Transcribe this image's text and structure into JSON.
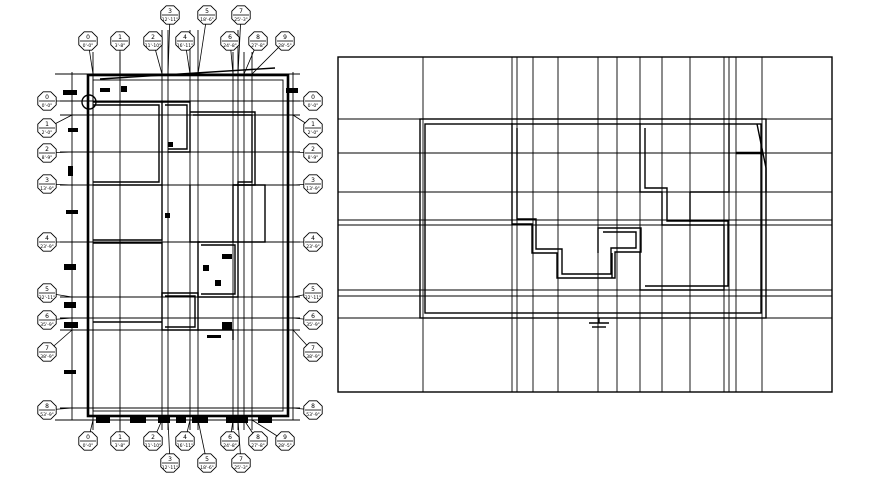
{
  "top_tags": [
    {
      "num": "0",
      "dim": "0'-0\""
    },
    {
      "num": "1",
      "dim": "3'-8\""
    },
    {
      "num": "2",
      "dim": "11'-10\""
    },
    {
      "num": "3",
      "dim": "12'-11\""
    },
    {
      "num": "4",
      "dim": "16'-11\""
    },
    {
      "num": "5",
      "dim": "18'-6\""
    },
    {
      "num": "6",
      "dim": "24'-8\""
    },
    {
      "num": "7",
      "dim": "25'-3\""
    },
    {
      "num": "8",
      "dim": "27'-8\""
    },
    {
      "num": "9",
      "dim": "28'-5\""
    }
  ],
  "bottom_tags": [
    {
      "num": "0",
      "dim": "0'-0\""
    },
    {
      "num": "1",
      "dim": "3'-8\""
    },
    {
      "num": "2",
      "dim": "11'-10\""
    },
    {
      "num": "3",
      "dim": "12'-11\""
    },
    {
      "num": "4",
      "dim": "16'-11\""
    },
    {
      "num": "5",
      "dim": "18'-6\""
    },
    {
      "num": "6",
      "dim": "24'-8\""
    },
    {
      "num": "7",
      "dim": "25'-3\""
    },
    {
      "num": "8",
      "dim": "27'-8\""
    },
    {
      "num": "9",
      "dim": "28'-5\""
    }
  ],
  "left_tags": [
    {
      "num": "0",
      "dim": "0'-0\""
    },
    {
      "num": "1",
      "dim": "2'-0\""
    },
    {
      "num": "2",
      "dim": "8'-9\""
    },
    {
      "num": "3",
      "dim": "13'-9\""
    },
    {
      "num": "4",
      "dim": "23'-9\""
    },
    {
      "num": "5",
      "dim": "32'-11\""
    },
    {
      "num": "6",
      "dim": "35'-9\""
    },
    {
      "num": "7",
      "dim": "38'-9\""
    },
    {
      "num": "8",
      "dim": "53'-9\""
    }
  ],
  "right_tags": [
    {
      "num": "0",
      "dim": "0'-0\""
    },
    {
      "num": "1",
      "dim": "2'-0\""
    },
    {
      "num": "2",
      "dim": "8'-9\""
    },
    {
      "num": "3",
      "dim": "13'-9\""
    },
    {
      "num": "4",
      "dim": "23'-9\""
    },
    {
      "num": "5",
      "dim": "32'-11\""
    },
    {
      "num": "6",
      "dim": "35'-9\""
    },
    {
      "num": "7",
      "dim": "38'-9\""
    },
    {
      "num": "8",
      "dim": "53'-9\""
    }
  ]
}
